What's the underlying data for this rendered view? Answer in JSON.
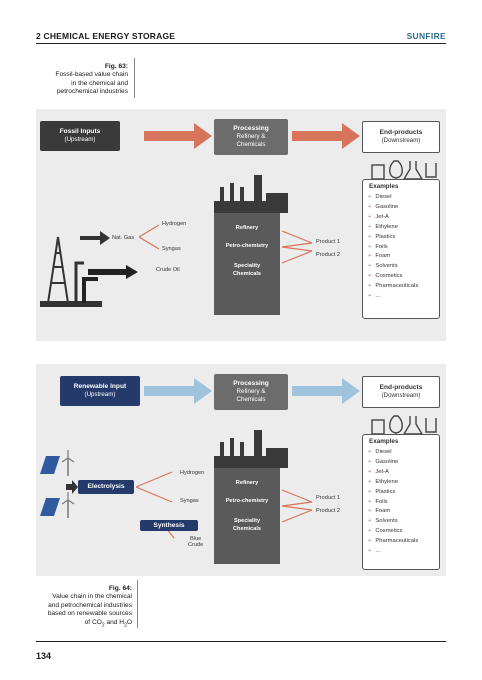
{
  "header": {
    "chapter": "2 CHEMICAL ENERGY STORAGE",
    "brand": "SUNFIRE"
  },
  "fig63": {
    "caption_num": "Fig. 63:",
    "caption_lines": [
      "Fossil-based value chain",
      "in the chemical and",
      "petrochemical industries"
    ],
    "input_title": "Fossil Inputs",
    "input_sub": "(Upstream)",
    "processing_title": "Processing",
    "processing_sub1": "Refinery &",
    "processing_sub2": "Chemicals",
    "end_title": "End-products",
    "end_sub": "(Downstream)",
    "left_labels": [
      "Nat. Gas",
      "Crude Oil"
    ],
    "mid_labels": [
      "Hydrogen",
      "Syngas"
    ],
    "tower_items": [
      "Refinery",
      "Petro-chemistry",
      "Speciality",
      "Chemicals"
    ],
    "products": [
      "Product 1",
      "Product 2"
    ],
    "examples_title": "Examples",
    "examples": [
      "Diesel",
      "Gasoline",
      "Jet-A",
      "Ethylene",
      "Plastics",
      "Foils",
      "Foam",
      "Solvents",
      "Cosmetics",
      "Pharmaceuticals",
      "..."
    ],
    "accent": "#d9745c"
  },
  "fig64": {
    "caption_num": "Fig. 64:",
    "caption_lines": [
      "Value chain in the chemical",
      "and petrochemical industries",
      "based on renewable sources"
    ],
    "caption_last_prefix": "of CO",
    "caption_last_sub1": "2",
    "caption_last_mid": " and H",
    "caption_last_sub2": "2",
    "caption_last_suffix": "O",
    "input_title": "Renewable Input",
    "input_sub": "(Upstream)",
    "processing_title": "Processing",
    "processing_sub1": "Refinery &",
    "processing_sub2": "Chemicals",
    "end_title": "End-products",
    "end_sub": "(Downstream)",
    "electrolysis": "Electrolysis",
    "synthesis": "Synthesis",
    "mid_labels": [
      "Hydrogen",
      "Syngas"
    ],
    "blue_crude_1": "Blue",
    "blue_crude_2": "Crude",
    "tower_items": [
      "Refinery",
      "Petro-chemistry",
      "Speciality",
      "Chemicals"
    ],
    "products": [
      "Product 1",
      "Product 2"
    ],
    "examples_title": "Examples",
    "examples": [
      "Diesel",
      "Gasoline",
      "Jet-A",
      "Ethylene",
      "Plastics",
      "Foils",
      "Foam",
      "Solvents",
      "Cosmetics",
      "Pharmaceuticals",
      "..."
    ],
    "accent": "#9dc3dd"
  },
  "footer": {
    "page_number": "134"
  }
}
